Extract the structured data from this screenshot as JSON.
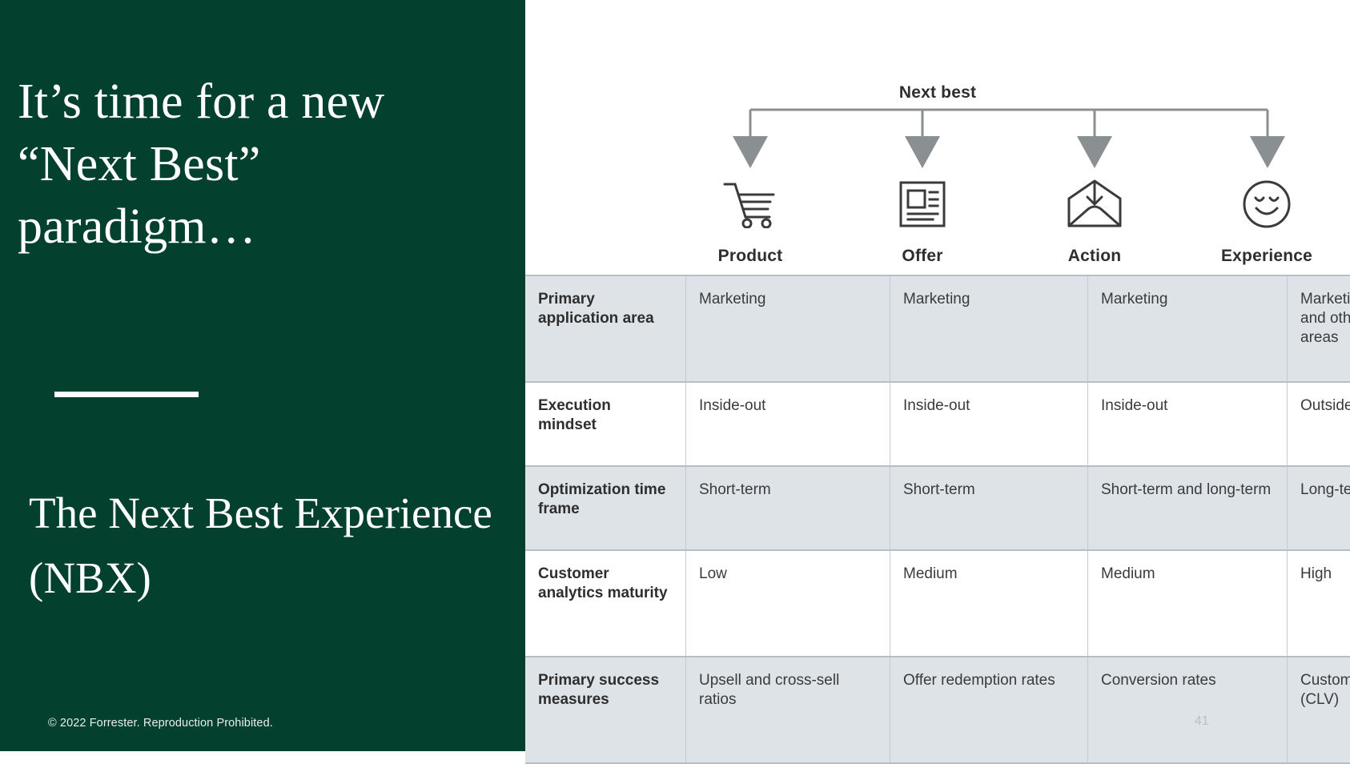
{
  "slide": {
    "background_green": "#04402e",
    "headline": "It’s time for a new “Next Best” paradigm…",
    "subheadline": "The Next Best Experience (NBX)",
    "footer_copyright": "© 2022 Forrester. Reproduction Prohibited.",
    "slide_number": "41"
  },
  "diagram": {
    "title": "Next best",
    "branches": [
      {
        "label": "Product",
        "icon": "shopping-cart-icon"
      },
      {
        "label": "Offer",
        "icon": "article-document-icon"
      },
      {
        "label": "Action",
        "icon": "open-envelope-download-icon"
      },
      {
        "label": "Experience",
        "icon": "smiley-face-icon"
      }
    ]
  },
  "matrix": {
    "column_headers": [
      "",
      "Product",
      "Offer",
      "Action",
      "Experience"
    ],
    "rows": [
      {
        "label": "Primary application area",
        "shaded": true,
        "cells": [
          "Marketing",
          "Marketing",
          "Marketing",
          "Marketing, CX, service, and other operational areas"
        ]
      },
      {
        "label": "Execution mindset",
        "shaded": false,
        "cells": [
          "Inside-out",
          "Inside-out",
          "Inside-out",
          "Outside-in"
        ]
      },
      {
        "label": "Optimization time frame",
        "shaded": true,
        "cells": [
          "Short-term",
          "Short-term",
          "Short-term and long-term",
          "Long-term"
        ]
      },
      {
        "label": "Customer analytics maturity",
        "shaded": false,
        "cells": [
          "Low",
          "Medium",
          "Medium",
          "High"
        ]
      },
      {
        "label": "Primary success measures",
        "shaded": true,
        "cells": [
          "Upsell and cross-sell ratios",
          "Offer redemption rates",
          "Conversion rates",
          "Customer lifetime value (CLV)"
        ]
      }
    ]
  },
  "colors": {
    "brand_green": "#04402e",
    "table_shaded_row": "#dde3e7",
    "table_border": "#b5bfc5",
    "icon_stroke": "#3b3b3b",
    "arrow_fill": "#8a8f91"
  }
}
